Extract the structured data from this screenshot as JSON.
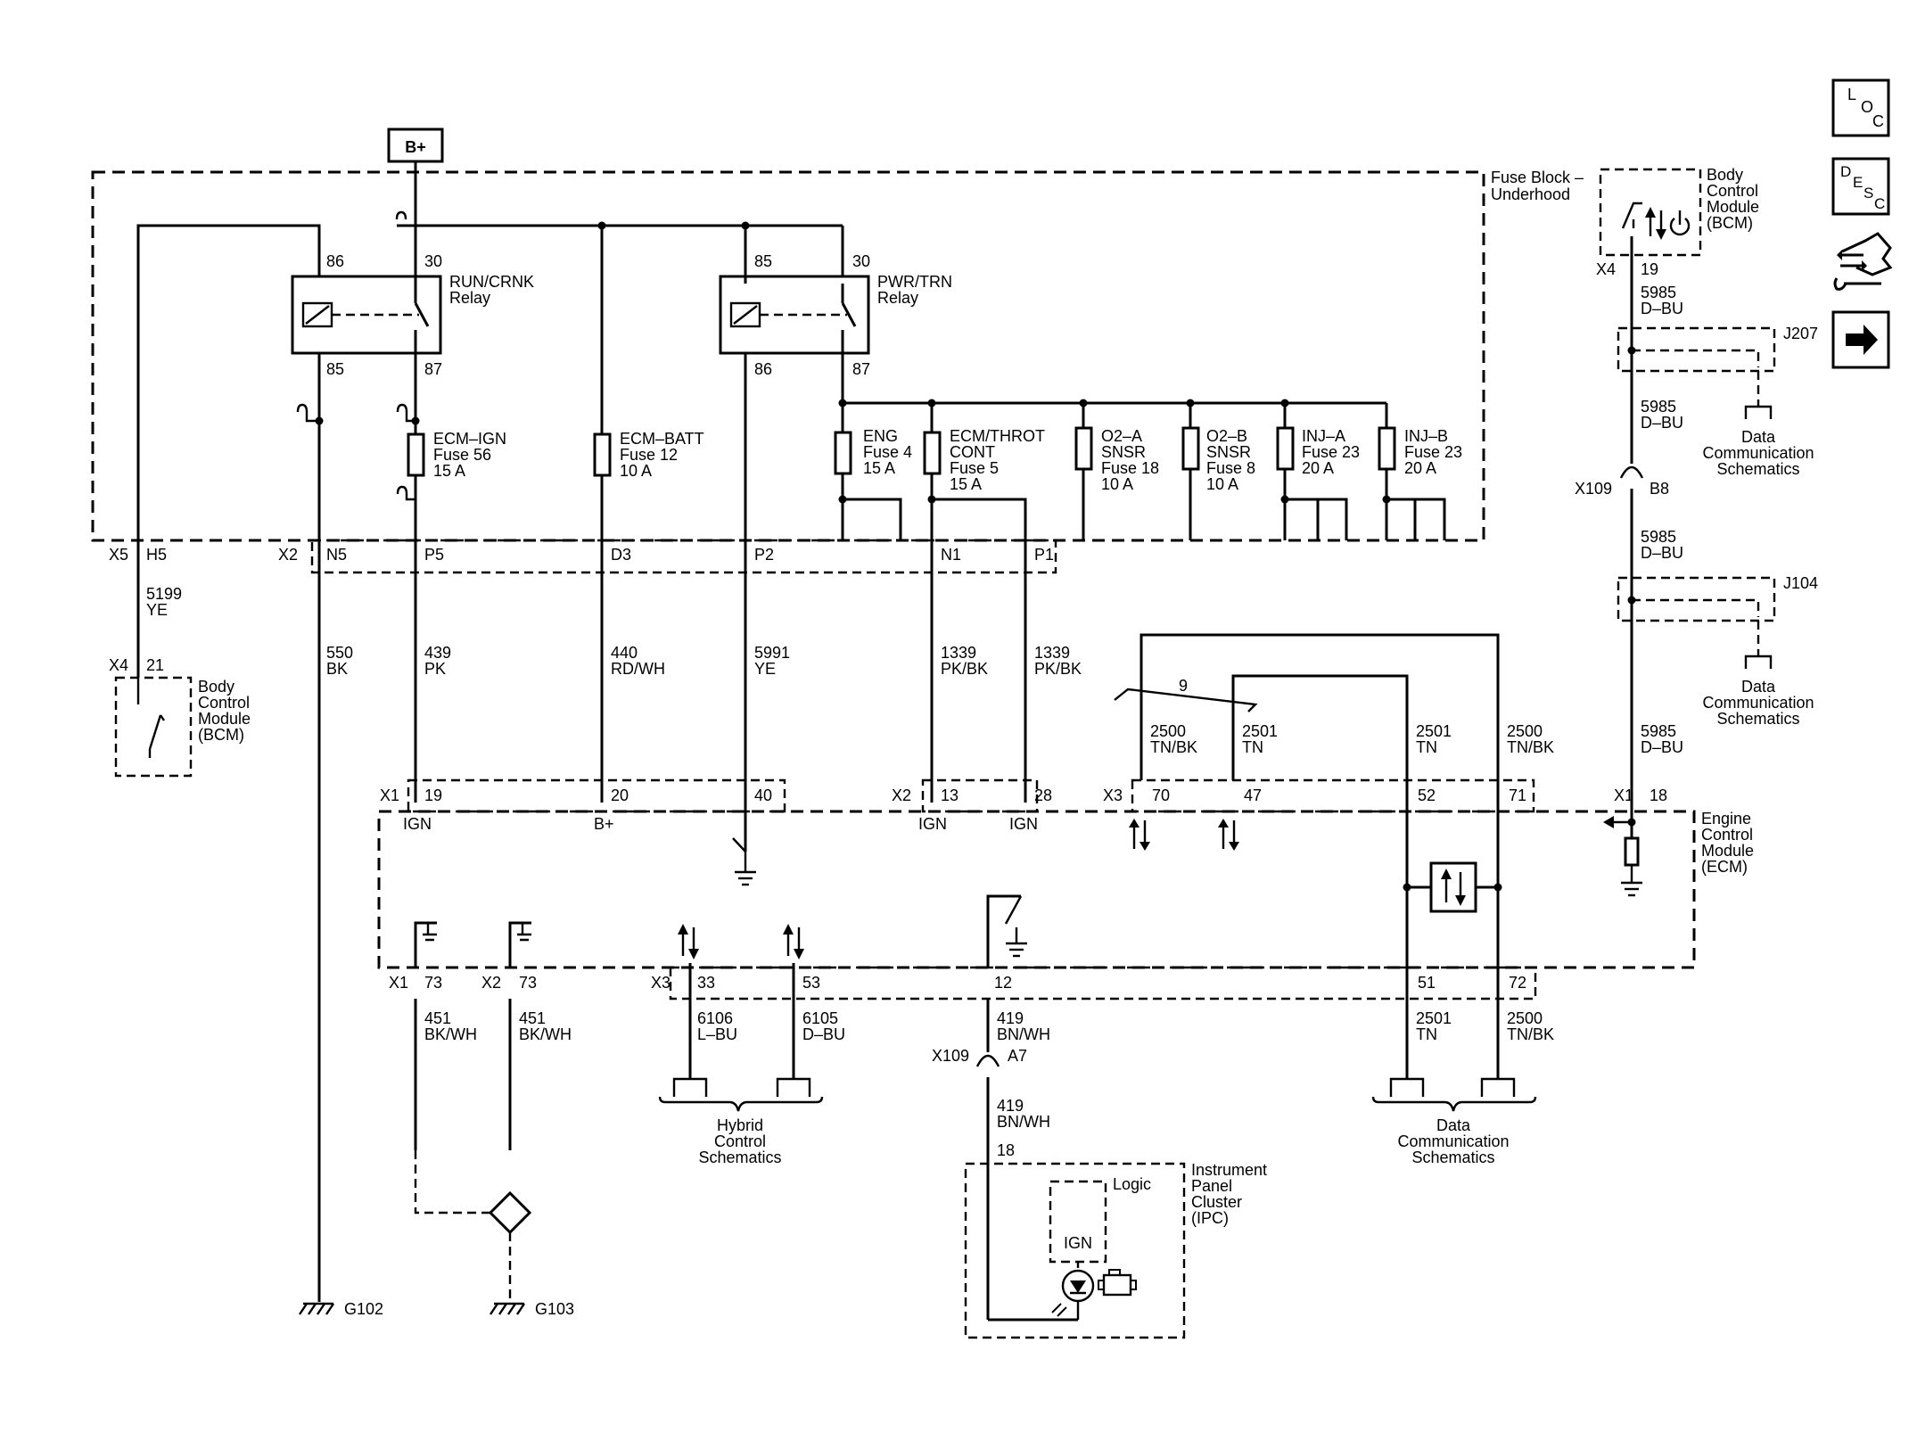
{
  "supply": {
    "label": "B+"
  },
  "fuse_block": {
    "title_line1": "Fuse Block –",
    "title_line2": "Underhood"
  },
  "relays": [
    {
      "name_line1": "RUN/CRNK",
      "name_line2": "Relay",
      "pin_86": "86",
      "pin_30": "30",
      "pin_85": "85",
      "pin_87": "87"
    },
    {
      "name_line1": "PWR/TRN",
      "name_line2": "Relay",
      "pin_85": "85",
      "pin_30": "30",
      "pin_86": "86",
      "pin_87": "87"
    }
  ],
  "fuses": [
    {
      "l1": "ECM–IGN",
      "l2": "Fuse 56",
      "l3": "15 A"
    },
    {
      "l1": "ECM–BATT",
      "l2": "Fuse 12",
      "l3": "10 A"
    },
    {
      "l1": "ENG",
      "l2": "Fuse 4",
      "l3": "15 A"
    },
    {
      "l1": "ECM/THROT",
      "l2": "CONT",
      "l3": "Fuse 5",
      "l4": "15 A"
    },
    {
      "l1": "O2–A",
      "l2": "SNSR",
      "l3": "Fuse 18",
      "l4": "10 A"
    },
    {
      "l1": "O2–B",
      "l2": "SNSR",
      "l3": "Fuse 8",
      "l4": "10 A"
    },
    {
      "l1": "INJ–A",
      "l2": "Fuse 23",
      "l3": "20 A"
    },
    {
      "l1": "INJ–B",
      "l2": "Fuse 23",
      "l3": "20 A"
    }
  ],
  "fuse_block_pins": {
    "x5": "X5",
    "h5": "H5",
    "x2": "X2",
    "n5": "N5",
    "p5": "P5",
    "d3": "D3",
    "p2": "P2",
    "n1": "N1",
    "p1": "P1"
  },
  "wires": {
    "w5199": "5199",
    "ye": "YE",
    "w550": "550",
    "bk": "BK",
    "w439": "439",
    "pk": "PK",
    "w440": "440",
    "rdwh": "RD/WH",
    "w5991": "5991",
    "ye2": "YE",
    "w1339a": "1339",
    "pkbk_a": "PK/BK",
    "w1339b": "1339",
    "pkbk_b": "PK/BK",
    "w2500a": "2500",
    "tnbk_a": "TN/BK",
    "w2501a": "2501",
    "tn_a": "TN",
    "w2501b": "2501",
    "tn_b": "TN",
    "w2500b": "2500",
    "tnbk_b": "TN/BK",
    "w5985a": "5985",
    "dbu_a": "D–BU",
    "w5985b": "5985",
    "dbu_b": "D–BU",
    "w5985c": "5985",
    "dbu_c": "D–BU",
    "w5985d": "5985",
    "dbu_d": "D–BU",
    "w451a": "451",
    "bkwh_a": "BK/WH",
    "w451b": "451",
    "bkwh_b": "BK/WH",
    "w6106": "6106",
    "lbu": "L–BU",
    "w6105": "6105",
    "dbu_e": "D–BU",
    "w419a": "419",
    "bnwh_a": "BN/WH",
    "w419b": "419",
    "bnwh_b": "BN/WH",
    "w2501c": "2501",
    "tn_c": "TN",
    "w2500c": "2500",
    "tnbk_c": "TN/BK"
  },
  "twist_label": "9",
  "bcm_left": {
    "x4": "X4",
    "pin": "21",
    "l1": "Body",
    "l2": "Control",
    "l3": "Module",
    "l4": "(BCM)"
  },
  "bcm_right": {
    "x4": "X4",
    "pin": "19",
    "l1": "Body",
    "l2": "Control",
    "l3": "Module",
    "l4": "(BCM)"
  },
  "splices": [
    {
      "id": "J207",
      "target_l1": "Data",
      "target_l2": "Communication",
      "target_l3": "Schematics"
    },
    {
      "id": "J104",
      "target_l1": "Data",
      "target_l2": "Communication",
      "target_l3": "Schematics"
    }
  ],
  "inline_x109_top": {
    "conn": "X109",
    "pin": "B8"
  },
  "inline_x109_bottom": {
    "conn": "X109",
    "pin": "A7"
  },
  "ecm": {
    "l1": "Engine",
    "l2": "Control",
    "l3": "Module",
    "l4": "(ECM)",
    "x1": "X1",
    "p19": "19",
    "p20": "20",
    "p40": "40",
    "x2": "X2",
    "p13": "13",
    "p28": "28",
    "x3": "X3",
    "p70": "70",
    "p47": "47",
    "p52": "52",
    "p71": "71",
    "x1r": "X1",
    "p18": "18",
    "ign1": "IGN",
    "bplus": "B+",
    "ign2": "IGN",
    "ign3": "IGN",
    "bx1": "X1",
    "b73a": "73",
    "bx2": "X2",
    "b73b": "73",
    "bx3": "X3",
    "b33": "33",
    "b53": "53",
    "b12": "12",
    "b51": "51",
    "b72": "72"
  },
  "grounds": {
    "g102": "G102",
    "g103": "G103"
  },
  "hybrid": {
    "l1": "Hybrid",
    "l2": "Control",
    "l3": "Schematics"
  },
  "data_comm_bottom": {
    "l1": "Data",
    "l2": "Communication",
    "l3": "Schematics"
  },
  "ipc": {
    "pin": "18",
    "logic": "Logic",
    "ign": "IGN",
    "l1": "Instrument",
    "l2": "Panel",
    "l3": "Cluster",
    "l4": "(IPC)"
  },
  "nav": {
    "loc_l": "L",
    "loc_o": "O",
    "loc_c": "C",
    "desc_d": "D",
    "desc_e": "E",
    "desc_s": "S",
    "desc_c": "C"
  }
}
